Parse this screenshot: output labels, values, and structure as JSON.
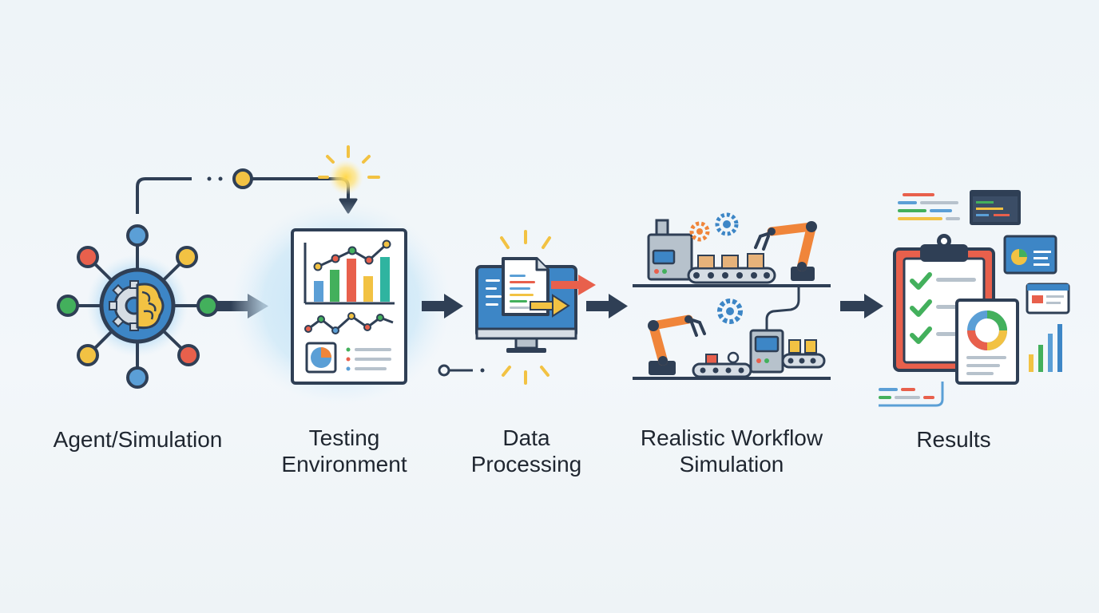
{
  "stages": [
    {
      "id": "agent-simulation",
      "icon": "gear-brain-network-icon",
      "lines": [
        "Agent/Simulation"
      ]
    },
    {
      "id": "testing-environment",
      "icon": "chart-board-icon",
      "lines": [
        "Testing",
        "Environment"
      ]
    },
    {
      "id": "data-processing",
      "icon": "monitor-document-icon",
      "lines": [
        "Data",
        "Processing"
      ]
    },
    {
      "id": "realistic-workflow-simulation",
      "icon": "robot-arm-conveyor-icon",
      "lines": [
        "Realistic Workflow",
        "Simulation"
      ]
    },
    {
      "id": "results",
      "icon": "clipboard-checklist-icon",
      "lines": [
        "Results"
      ]
    }
  ],
  "colors": {
    "navy": "#2f3f55",
    "blue": "#3d86c6",
    "light_blue": "#cfe6f6",
    "orange": "#f0853a",
    "yellow": "#f2c243",
    "green": "#43b05c",
    "red": "#e8604c",
    "teal": "#2fb4a0"
  }
}
